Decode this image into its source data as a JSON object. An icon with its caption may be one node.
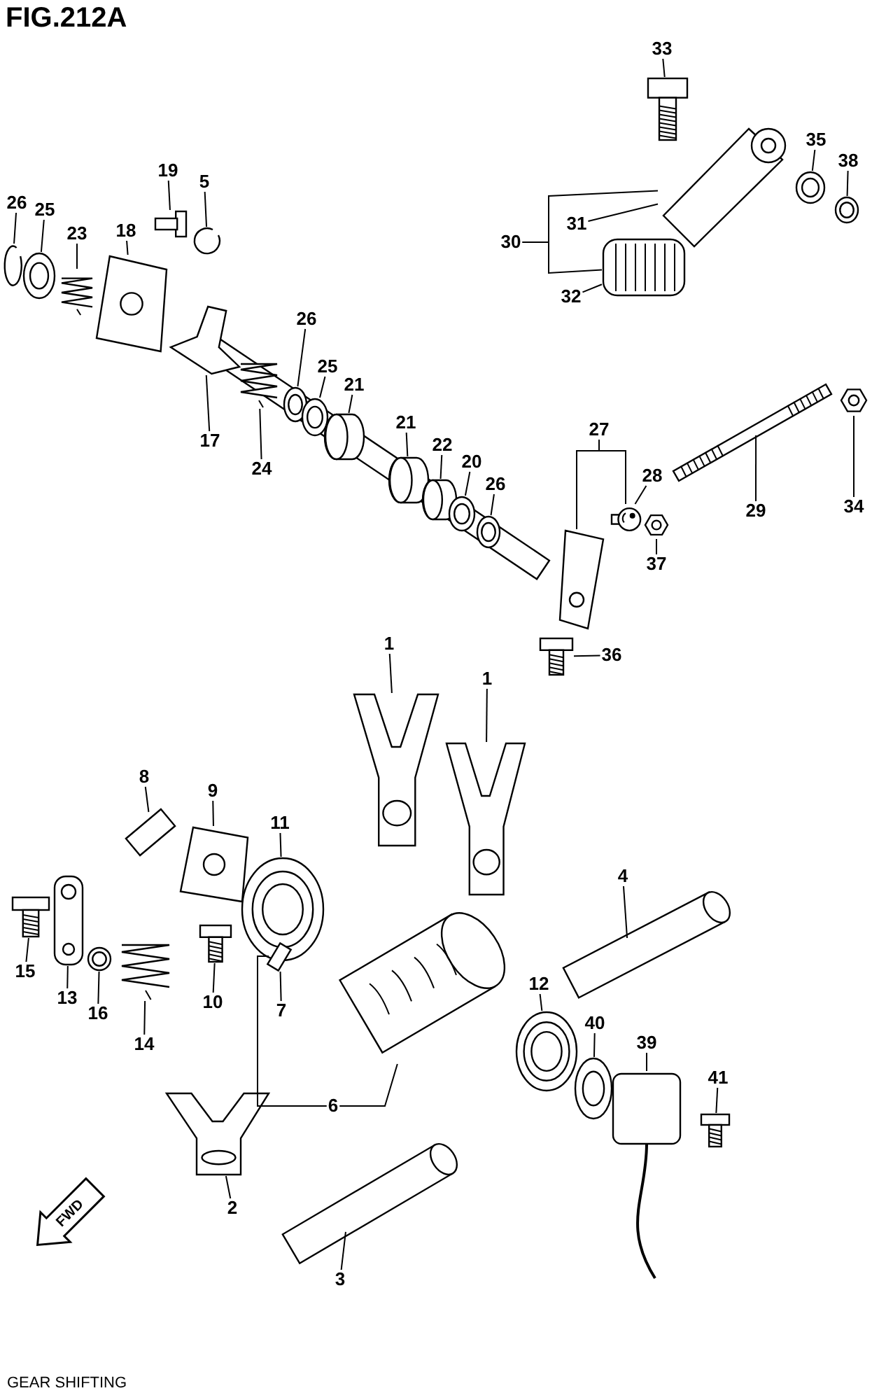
{
  "diagram": {
    "title": "FIG.212A",
    "caption": "GEAR SHIFTING",
    "nodes": [
      {
        "text": [
          "33"
        ]
      },
      {
        "text": [],
        "shape": "picture"
      },
      {
        "text": [
          "35"
        ]
      },
      {
        "text": [],
        "shape": "picture"
      },
      {
        "text": [
          "38"
        ]
      },
      {
        "text": [],
        "shape": "picture"
      },
      {
        "text": [
          "30"
        ]
      },
      {
        "text": [
          "31"
        ]
      },
      {
        "text": [],
        "shape": "picture"
      },
      {
        "text": [
          "32"
        ]
      },
      {
        "text": [],
        "shape": "picture"
      },
      {
        "text": [
          "26"
        ]
      },
      {
        "text": [],
        "shape": "picture"
      },
      {
        "text": [
          "25"
        ]
      },
      {
        "text": [],
        "shape": "picture"
      },
      {
        "text": [
          "23"
        ]
      },
      {
        "text": [],
        "shape": "picture"
      },
      {
        "text": [
          "18"
        ]
      },
      {
        "text": [],
        "shape": "picture"
      },
      {
        "text": [
          "19"
        ]
      },
      {
        "text": [],
        "shape": "picture"
      },
      {
        "text": [
          "5"
        ]
      },
      {
        "text": [],
        "shape": "picture"
      },
      {
        "text": [
          "17"
        ]
      },
      {
        "text": [],
        "shape": "picture"
      },
      {
        "text": [
          "24"
        ]
      },
      {
        "text": [],
        "shape": "picture"
      },
      {
        "text": [
          "26"
        ]
      },
      {
        "text": [],
        "shape": "picture"
      },
      {
        "text": [
          "25"
        ]
      },
      {
        "text": [],
        "shape": "picture"
      },
      {
        "text": [
          "21"
        ]
      },
      {
        "text": [],
        "shape": "picture"
      },
      {
        "text": [
          "21"
        ]
      },
      {
        "text": [],
        "shape": "picture"
      },
      {
        "text": [
          "22"
        ]
      },
      {
        "text": [],
        "shape": "picture"
      },
      {
        "text": [
          "20"
        ]
      },
      {
        "text": [],
        "shape": "picture"
      },
      {
        "text": [
          "26"
        ]
      },
      {
        "text": [],
        "shape": "picture"
      },
      {
        "text": [
          "27"
        ]
      },
      {
        "text": [
          "28"
        ]
      },
      {
        "text": [],
        "shape": "picture"
      },
      {
        "text": [],
        "shape": "picture"
      },
      {
        "text": [
          "29"
        ]
      },
      {
        "text": [],
        "shape": "picture"
      },
      {
        "text": [
          "34"
        ]
      },
      {
        "text": [],
        "shape": "picture"
      },
      {
        "text": [
          "37"
        ]
      },
      {
        "text": [],
        "shape": "picture"
      },
      {
        "text": [
          "36"
        ]
      },
      {
        "text": [],
        "shape": "picture"
      },
      {
        "text": [
          "1"
        ]
      },
      {
        "text": [],
        "shape": "picture"
      },
      {
        "text": [
          "1"
        ]
      },
      {
        "text": [],
        "shape": "picture"
      },
      {
        "text": [
          "8"
        ]
      },
      {
        "text": [],
        "shape": "picture"
      },
      {
        "text": [
          "9"
        ]
      },
      {
        "text": [],
        "shape": "picture"
      },
      {
        "text": [
          "11"
        ]
      },
      {
        "text": [],
        "shape": "picture"
      },
      {
        "text": [
          "4"
        ]
      },
      {
        "text": [],
        "shape": "picture"
      },
      {
        "text": [
          "15"
        ]
      },
      {
        "text": [],
        "shape": "picture"
      },
      {
        "text": [
          "13"
        ]
      },
      {
        "text": [],
        "shape": "picture"
      },
      {
        "text": [
          "16"
        ]
      },
      {
        "text": [],
        "shape": "picture"
      },
      {
        "text": [
          "14"
        ]
      },
      {
        "text": [],
        "shape": "picture"
      },
      {
        "text": [
          "10"
        ]
      },
      {
        "text": [],
        "shape": "picture"
      },
      {
        "text": [
          "7"
        ]
      },
      {
        "text": [],
        "shape": "picture"
      },
      {
        "text": [
          "6"
        ]
      },
      {
        "text": [],
        "shape": "picture"
      },
      {
        "text": [
          "12"
        ]
      },
      {
        "text": [],
        "shape": "picture"
      },
      {
        "text": [
          "40"
        ]
      },
      {
        "text": [],
        "shape": "picture"
      },
      {
        "text": [
          "39"
        ]
      },
      {
        "text": [],
        "shape": "picture"
      },
      {
        "text": [
          "41"
        ]
      },
      {
        "text": [],
        "shape": "picture"
      },
      {
        "text": [
          "2"
        ]
      },
      {
        "text": [],
        "shape": "picture"
      },
      {
        "text": [
          "3"
        ]
      },
      {
        "text": [],
        "shape": "picture"
      },
      {
        "text": [
          "FWD"
        ]
      }
    ],
    "edges": [
      {
        "from": 0,
        "to": 1,
        "arrow": "none"
      },
      {
        "from": 2,
        "to": 3,
        "arrow": "none"
      },
      {
        "from": 4,
        "to": 5,
        "arrow": "none"
      },
      {
        "from": 6,
        "to": 8,
        "arrow": "none"
      },
      {
        "from": 6,
        "to": 10,
        "arrow": "none"
      },
      {
        "from": 7,
        "to": 8,
        "arrow": "none"
      },
      {
        "from": 9,
        "to": 10,
        "arrow": "none"
      },
      {
        "from": 11,
        "to": 12,
        "arrow": "none"
      },
      {
        "from": 13,
        "to": 14,
        "arrow": "none"
      },
      {
        "from": 15,
        "to": 16,
        "arrow": "none"
      },
      {
        "from": 17,
        "to": 18,
        "arrow": "none"
      },
      {
        "from": 19,
        "to": 20,
        "arrow": "none"
      },
      {
        "from": 21,
        "to": 22,
        "arrow": "none"
      },
      {
        "from": 23,
        "to": 24,
        "arrow": "none"
      },
      {
        "from": 25,
        "to": 26,
        "arrow": "none"
      },
      {
        "from": 27,
        "to": 28,
        "arrow": "none"
      },
      {
        "from": 29,
        "to": 30,
        "arrow": "none"
      },
      {
        "from": 31,
        "to": 32,
        "arrow": "none"
      },
      {
        "from": 33,
        "to": 34,
        "arrow": "none"
      },
      {
        "from": 35,
        "to": 36,
        "arrow": "none"
      },
      {
        "from": 37,
        "to": 38,
        "arrow": "none"
      },
      {
        "from": 39,
        "to": 40,
        "arrow": "none"
      },
      {
        "from": 41,
        "to": 43,
        "arrow": "none"
      },
      {
        "from": 41,
        "to": 44,
        "arrow": "none"
      },
      {
        "from": 42,
        "to": 43,
        "arrow": "none"
      },
      {
        "from": 45,
        "to": 46,
        "arrow": "none"
      },
      {
        "from": 47,
        "to": 48,
        "arrow": "none"
      },
      {
        "from": 49,
        "to": 50,
        "arrow": "none"
      },
      {
        "from": 51,
        "to": 52,
        "arrow": "none"
      },
      {
        "from": 53,
        "to": 54,
        "arrow": "none"
      },
      {
        "from": 55,
        "to": 56,
        "arrow": "none"
      },
      {
        "from": 57,
        "to": 58,
        "arrow": "none"
      },
      {
        "from": 59,
        "to": 60,
        "arrow": "none"
      },
      {
        "from": 61,
        "to": 62,
        "arrow": "none"
      },
      {
        "from": 63,
        "to": 64,
        "arrow": "none"
      },
      {
        "from": 65,
        "to": 66,
        "arrow": "none"
      },
      {
        "from": 67,
        "to": 68,
        "arrow": "none"
      },
      {
        "from": 69,
        "to": 70,
        "arrow": "none"
      },
      {
        "from": 71,
        "to": 72,
        "arrow": "none"
      },
      {
        "from": 73,
        "to": 74,
        "arrow": "none"
      },
      {
        "from": 75,
        "to": 76,
        "arrow": "none"
      },
      {
        "from": 77,
        "to": 76,
        "arrow": "none"
      },
      {
        "from": 77,
        "to": 78,
        "arrow": "none"
      },
      {
        "from": 79,
        "to": 80,
        "arrow": "none"
      },
      {
        "from": 81,
        "to": 82,
        "arrow": "none"
      },
      {
        "from": 83,
        "to": 84,
        "arrow": "none"
      },
      {
        "from": 85,
        "to": 86,
        "arrow": "none"
      },
      {
        "from": 87,
        "to": 88,
        "arrow": "none"
      },
      {
        "from": 89,
        "to": 90,
        "arrow": "none"
      }
    ]
  }
}
